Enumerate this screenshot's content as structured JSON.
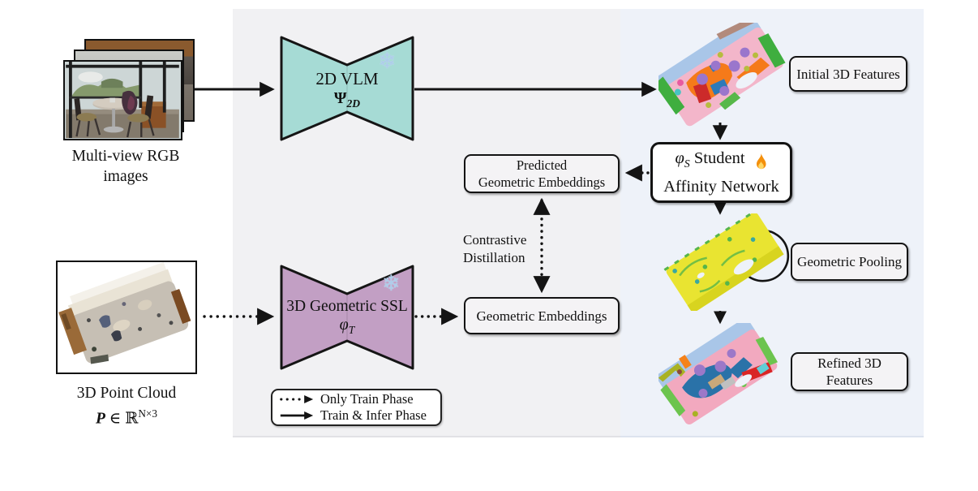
{
  "figure": {
    "inputs": {
      "multiview_label_1": "Multi-view RGB",
      "multiview_label_2": "images",
      "pointcloud_label": "3D Point Cloud",
      "pointcloud_math_symbol": "P",
      "pointcloud_math_rel": "∈ ℝ",
      "pointcloud_math_sup": "N×3"
    },
    "models": {
      "vlm_name": "2D VLM",
      "vlm_symbol": "Ψ",
      "vlm_symbol_sub": "2D",
      "ssl_name": "3D Geometric SSL",
      "ssl_symbol": "φ",
      "ssl_symbol_sub": "T",
      "student_symbol": "φ",
      "student_symbol_sub": "S",
      "student_name_rest": "Student",
      "student_line2": "Affinity Network"
    },
    "boxes": {
      "initial_features": "Initial 3D Features",
      "predicted_1": "Predicted",
      "predicted_2": "Geometric Embeddings",
      "geometric_embeddings": "Geometric Embeddings",
      "geometric_pooling": "Geometric Pooling",
      "refined_1": "Refined 3D",
      "refined_2": "Features",
      "contrastive_1": "Contrastive",
      "contrastive_2": "Distillation"
    },
    "legend": {
      "dotted_label": "Only Train Phase",
      "solid_label": "Train & Infer Phase"
    },
    "icons": {
      "frozen": "❄",
      "trainable": "🔥"
    },
    "colors": {
      "vlm_fill": "#a6dbd5",
      "ssl_fill": "#c29fc4",
      "panel_left": "#f1f1f3",
      "panel_right": "#eef2f9",
      "snowflake": "#aecdea",
      "stroke": "#141414"
    }
  }
}
